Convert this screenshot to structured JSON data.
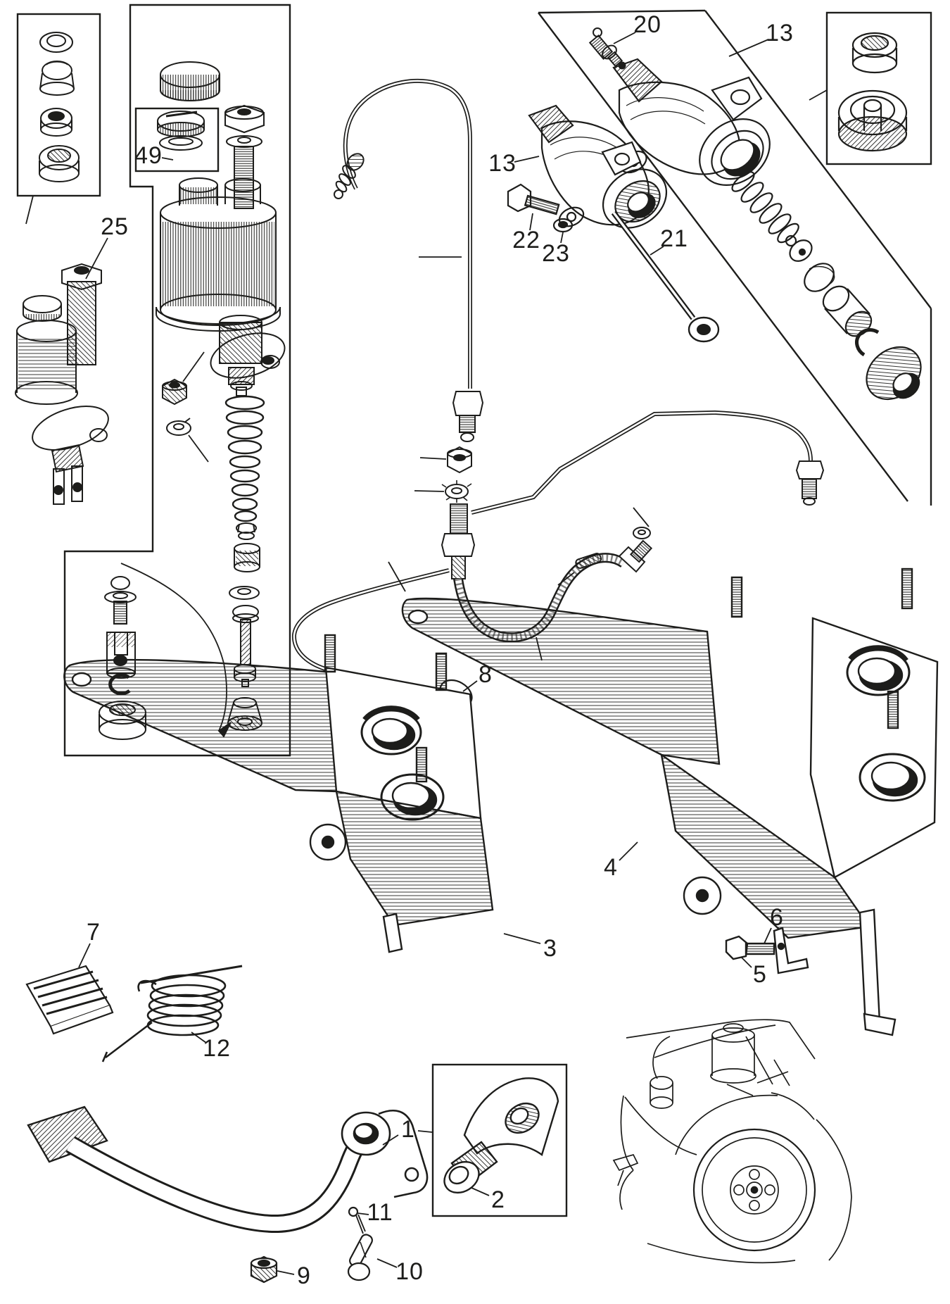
{
  "figure": {
    "kind": "exploded-parts-diagram",
    "ink_color": "#1d1d1b",
    "paper_color": "#ffffff"
  },
  "callouts": {
    "c49": "49",
    "c25": "25",
    "c20": "20",
    "c13_upper": "13",
    "c13_lower": "13",
    "c22": "22",
    "c23": "23",
    "c21": "21",
    "c8": "8",
    "c4": "4",
    "c3": "3",
    "c6": "6",
    "c5": "5",
    "c7": "7",
    "c12": "12",
    "c1": "1",
    "c2": "2",
    "c11": "11",
    "c9": "9",
    "c10": "10"
  }
}
